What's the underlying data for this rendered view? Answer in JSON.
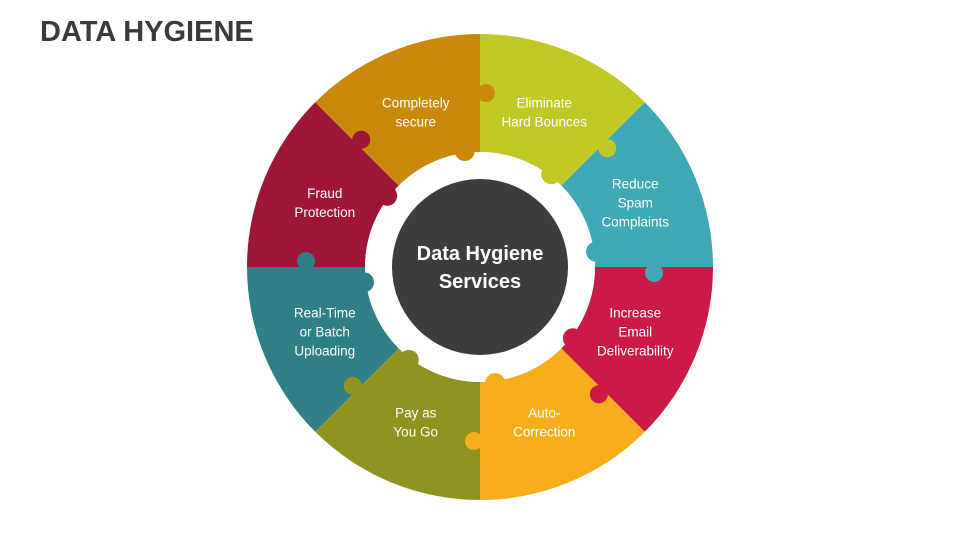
{
  "title": "DATA HYGIENE",
  "center": {
    "lines": [
      "Data Hygiene",
      "Services"
    ],
    "color": "#3d3d3d"
  },
  "segments": [
    {
      "lines": [
        "Eliminate",
        "Hard Bounces"
      ],
      "color": "#c0c925"
    },
    {
      "lines": [
        "Reduce",
        "Spam",
        "Complaints"
      ],
      "color": "#3fa9b5"
    },
    {
      "lines": [
        "Increase",
        "Email",
        "Deliverability"
      ],
      "color": "#cc1a48"
    },
    {
      "lines": [
        "Auto-",
        "Correction"
      ],
      "color": "#f8ad1c"
    },
    {
      "lines": [
        "Pay as",
        "You Go"
      ],
      "color": "#8f9420"
    },
    {
      "lines": [
        "Real-Time",
        "or Batch",
        "Uploading"
      ],
      "color": "#2e7f86"
    },
    {
      "lines": [
        "Fraud",
        "Protection"
      ],
      "color": "#9e1537"
    },
    {
      "lines": [
        "Completely",
        "secure"
      ],
      "color": "#c9890b"
    }
  ]
}
